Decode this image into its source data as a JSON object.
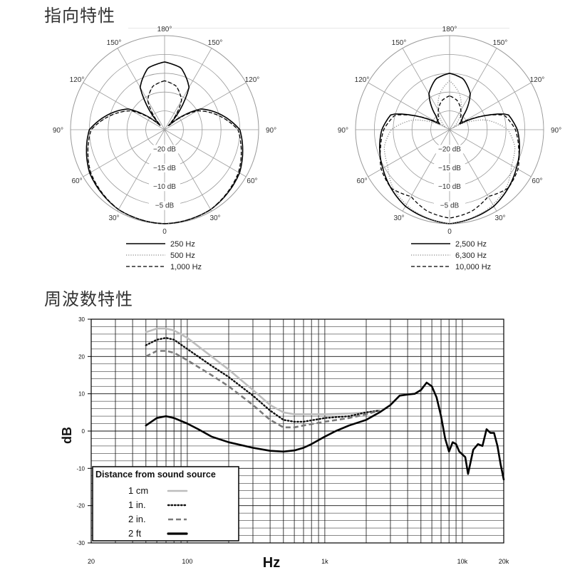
{
  "polar_section": {
    "title": "指向特性"
  },
  "freq_section": {
    "title": "周波数特性"
  },
  "chart_data": [
    {
      "type": "polar",
      "angle_labels": [
        "180°",
        "150°",
        "150°",
        "120°",
        "120°",
        "90°",
        "90°",
        "60°",
        "60°",
        "30°",
        "30°",
        "0"
      ],
      "ring_labels": [
        "−20 dB",
        "−15 dB",
        "−10 dB",
        "−5 dB"
      ],
      "rlim_db": [
        -25,
        0
      ],
      "series": [
        {
          "name": "250 Hz",
          "style": "solid",
          "response_db": [
            [
              0,
              0
            ],
            [
              30,
              -0.5
            ],
            [
              60,
              -2
            ],
            [
              90,
              -5
            ],
            [
              120,
              -14
            ],
            [
              135,
              -24
            ],
            [
              150,
              -12
            ],
            [
              165,
              -8
            ],
            [
              180,
              -7
            ]
          ]
        },
        {
          "name": "500 Hz",
          "style": "dotted",
          "response_db": [
            [
              0,
              0
            ],
            [
              30,
              -0.5
            ],
            [
              60,
              -2.3
            ],
            [
              90,
              -5.5
            ],
            [
              120,
              -15
            ],
            [
              135,
              -24
            ],
            [
              150,
              -16
            ],
            [
              165,
              -13
            ],
            [
              180,
              -12
            ]
          ]
        },
        {
          "name": "1,000 Hz",
          "style": "dashed",
          "response_db": [
            [
              0,
              0
            ],
            [
              30,
              -0.5
            ],
            [
              60,
              -2.3
            ],
            [
              90,
              -5.5
            ],
            [
              120,
              -15
            ],
            [
              135,
              -24
            ],
            [
              150,
              -16
            ],
            [
              165,
              -13
            ],
            [
              180,
              -12
            ]
          ]
        }
      ]
    },
    {
      "type": "polar",
      "angle_labels": [
        "180°",
        "150°",
        "150°",
        "120°",
        "120°",
        "90°",
        "90°",
        "60°",
        "60°",
        "30°",
        "30°",
        "0"
      ],
      "ring_labels": [
        "−20 dB",
        "−15 dB",
        "−10 dB",
        "−5 dB"
      ],
      "rlim_db": [
        -25,
        0
      ],
      "series": [
        {
          "name": "2,500 Hz",
          "style": "solid",
          "response_db": [
            [
              0,
              0
            ],
            [
              30,
              -1.5
            ],
            [
              60,
              -4.5
            ],
            [
              90,
              -7
            ],
            [
              105,
              -9
            ],
            [
              120,
              -22
            ],
            [
              135,
              -20
            ],
            [
              150,
              -14
            ],
            [
              165,
              -11
            ],
            [
              180,
              -10
            ]
          ]
        },
        {
          "name": "6,300 Hz",
          "style": "dotted",
          "response_db": [
            [
              0,
              0
            ],
            [
              25,
              -1.5
            ],
            [
              45,
              -3.5
            ],
            [
              60,
              -6
            ],
            [
              75,
              -7
            ],
            [
              90,
              -9.5
            ],
            [
              105,
              -15
            ],
            [
              120,
              -24
            ],
            [
              135,
              -22
            ],
            [
              150,
              -19
            ],
            [
              165,
              -15
            ],
            [
              180,
              -12
            ]
          ]
        },
        {
          "name": "10,000 Hz",
          "style": "dashed",
          "response_db": [
            [
              0,
              -1.5
            ],
            [
              15,
              -2.5
            ],
            [
              30,
              -4.5
            ],
            [
              45,
              -3
            ],
            [
              60,
              -4
            ],
            [
              75,
              -6
            ],
            [
              90,
              -7.5
            ],
            [
              105,
              -10
            ],
            [
              120,
              -21
            ],
            [
              135,
              -21
            ],
            [
              150,
              -19
            ],
            [
              165,
              -17
            ],
            [
              180,
              -16
            ]
          ]
        }
      ]
    },
    {
      "type": "line",
      "xscale": "log",
      "xlim": [
        20,
        20000
      ],
      "ylim": [
        -30,
        30
      ],
      "xlabel": "Hz",
      "ylabel": "dB",
      "x_tick_labels": [
        {
          "value": 20,
          "label": "20"
        },
        {
          "value": 100,
          "label": "100"
        },
        {
          "value": 1000,
          "label": "1k"
        },
        {
          "value": 10000,
          "label": "10k"
        },
        {
          "value": 20000,
          "label": "20k"
        }
      ],
      "y_ticks": [
        30,
        20,
        10,
        0,
        -10,
        -20,
        -30
      ],
      "y_tick_labels": [
        "30",
        "20",
        "10",
        "0",
        "-10",
        "-20",
        "-30"
      ],
      "grid": true,
      "legend": {
        "title": "Distance from sound source",
        "position": "bottom-left"
      },
      "series": [
        {
          "name": "1 cm",
          "color": "#bdbdbd",
          "dash": "solid",
          "points": [
            [
              50,
              26.5
            ],
            [
              60,
              27.5
            ],
            [
              70,
              27.5
            ],
            [
              80,
              27
            ],
            [
              100,
              25
            ],
            [
              150,
              20
            ],
            [
              200,
              16.5
            ],
            [
              300,
              11
            ],
            [
              400,
              7
            ],
            [
              500,
              5
            ],
            [
              600,
              4.5
            ],
            [
              700,
              4.5
            ],
            [
              1000,
              4.5
            ],
            [
              1500,
              4.7
            ],
            [
              2000,
              5
            ],
            [
              2500,
              5.5
            ]
          ]
        },
        {
          "name": "1 in.",
          "color": "#111111",
          "dash": "dotted",
          "points": [
            [
              50,
              23
            ],
            [
              60,
              24.5
            ],
            [
              70,
              25
            ],
            [
              80,
              24.5
            ],
            [
              100,
              22
            ],
            [
              150,
              17.5
            ],
            [
              200,
              14.5
            ],
            [
              300,
              9.5
            ],
            [
              400,
              5.5
            ],
            [
              500,
              3
            ],
            [
              600,
              2.5
            ],
            [
              700,
              2.5
            ],
            [
              1000,
              3.5
            ],
            [
              1500,
              4
            ],
            [
              2000,
              5
            ],
            [
              2500,
              5.5
            ]
          ]
        },
        {
          "name": "2 in.",
          "color": "#7a7a7a",
          "dash": "dashed",
          "points": [
            [
              50,
              20
            ],
            [
              60,
              21.5
            ],
            [
              70,
              21.5
            ],
            [
              80,
              21
            ],
            [
              100,
              19
            ],
            [
              150,
              15
            ],
            [
              200,
              12
            ],
            [
              300,
              7
            ],
            [
              400,
              3
            ],
            [
              500,
              1
            ],
            [
              600,
              1
            ],
            [
              700,
              1.5
            ],
            [
              1000,
              2.5
            ],
            [
              1500,
              3.5
            ],
            [
              2000,
              4.5
            ],
            [
              2500,
              5.5
            ]
          ]
        },
        {
          "name": "2 ft",
          "color": "#000000",
          "dash": "solid",
          "points": [
            [
              50,
              1.5
            ],
            [
              60,
              3.5
            ],
            [
              70,
              4
            ],
            [
              80,
              3.5
            ],
            [
              100,
              2
            ],
            [
              120,
              0.5
            ],
            [
              150,
              -1.5
            ],
            [
              200,
              -3
            ],
            [
              300,
              -4.5
            ],
            [
              400,
              -5.3
            ],
            [
              500,
              -5.5
            ],
            [
              600,
              -5.2
            ],
            [
              700,
              -4.5
            ],
            [
              800,
              -3.5
            ],
            [
              1000,
              -1.5
            ],
            [
              1200,
              0
            ],
            [
              1500,
              1.5
            ],
            [
              2000,
              3
            ],
            [
              2500,
              5
            ],
            [
              3000,
              7
            ],
            [
              3500,
              9.5
            ],
            [
              4000,
              9.8
            ],
            [
              4500,
              10
            ],
            [
              5000,
              11
            ],
            [
              5500,
              13
            ],
            [
              6000,
              12
            ],
            [
              6500,
              9
            ],
            [
              7000,
              4
            ],
            [
              7500,
              -2
            ],
            [
              8000,
              -5.5
            ],
            [
              8500,
              -3
            ],
            [
              9000,
              -3.5
            ],
            [
              9500,
              -5.5
            ],
            [
              10500,
              -7
            ],
            [
              11000,
              -11.5
            ],
            [
              12000,
              -5
            ],
            [
              13000,
              -3.5
            ],
            [
              14000,
              -4
            ],
            [
              15000,
              0.5
            ],
            [
              16000,
              -0.5
            ],
            [
              17000,
              -0.5
            ],
            [
              18000,
              -4
            ],
            [
              19000,
              -9
            ],
            [
              20000,
              -13
            ]
          ]
        }
      ]
    }
  ]
}
